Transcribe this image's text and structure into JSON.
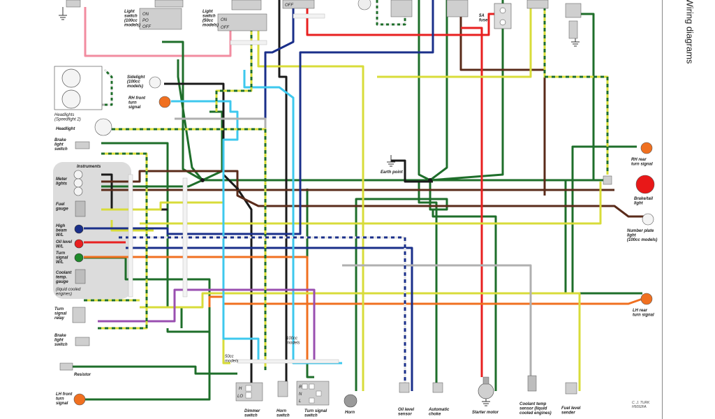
{
  "page_title": "Wiring diagrams",
  "credit_line1": "C. J. TURK",
  "credit_line2": "H5092FA",
  "fuse_label": "5A\nfuse",
  "labels": {
    "light_switch_100": "Light\nswitch\n(100cc\nmodels)",
    "light_switch_50": "Light\nswitch\n(50cc\nmodels)",
    "sidelight": "Sidelight\n(100cc\nmodels)",
    "rh_front_turn": "RH front\nturn\nsignal",
    "headlights": "Headlights\n(Speedfight 2)",
    "headlight": "Headlight",
    "brake_switch_upper": "Brake\nlight\nswitch",
    "instruments": "Instruments",
    "meter_lights": "Meter\nlights",
    "fuel_gauge": "Fuel\ngauge",
    "high_beam": "High\nbeam\nW/L",
    "oil_level_wl": "Oil level\nW/L",
    "turn_signal_wl": "Turn\nsignal\nW/L",
    "coolant_gauge": "Coolant\ntemp.\ngauge",
    "liquid_cooled": "(liquid cooled\nengines)",
    "turn_relay": "Turn\nsignal\nrelay",
    "brake_switch_lower": "Brake\nlight\nswitch",
    "resistor": "Resistor",
    "lh_front_turn": "LH front\nturn\nsignal",
    "earth_point": "Earth point",
    "rh_rear_turn": "RH rear\nturn signal",
    "brake_tail": "Brake/tail\nlight",
    "number_plate": "Number plate\nlight\n(100cc models)",
    "lh_rear_turn": "LH rear\nturn signal",
    "models_100": "100cc\nmodels",
    "models_50": "50cc\nmodels",
    "dimmer_switch": "Dimmer\nswitch",
    "horn_switch": "Horn\nswitch",
    "turn_signal_switch": "Turn signal\nswitch",
    "horn": "Horn",
    "oil_level_sensor": "Oil level\nsensor",
    "auto_choke": "Automatic\nchoke",
    "starter_motor": "Starter motor",
    "coolant_sensor": "Coolant temp\nsensor (liquid\ncooled engines)",
    "fuel_sender": "Fuel level\nsender",
    "sw_on": "ON",
    "sw_pos": "PO",
    "sw_off": "OFF",
    "sw_h": "H",
    "sw_lo": "LO",
    "sw_r": "R",
    "sw_n": "N",
    "sw_l": "L"
  },
  "colors": {
    "green": "#1e6e2a",
    "black": "#1a1a1a",
    "brown": "#5a2b1a",
    "red": "#e82020",
    "orange": "#f07020",
    "yellow": "#d8dc3a",
    "blue": "#1a2f8a",
    "light_blue": "#3ec8ee",
    "pink": "#f28ca0",
    "violet": "#9a4fb0",
    "grey": "#b0b0b0",
    "white_wire": "#e6e6e6"
  }
}
